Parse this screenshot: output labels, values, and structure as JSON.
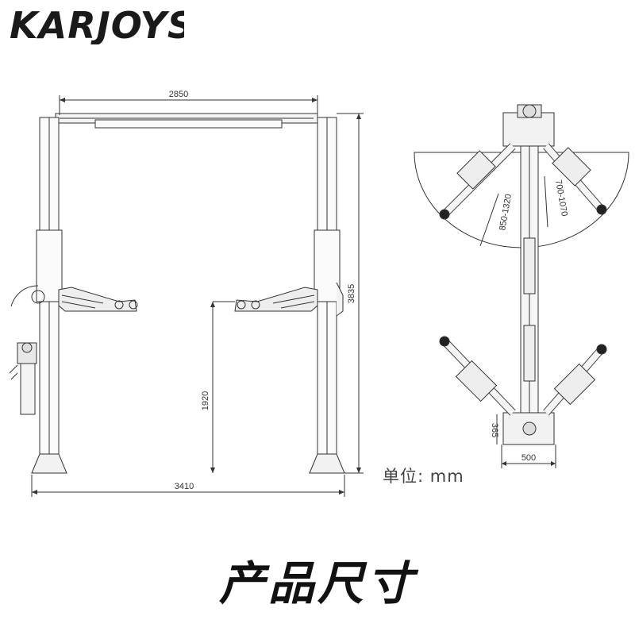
{
  "brand": {
    "name": "KARJOYS",
    "color": "#1a1a1a"
  },
  "front_view": {
    "width_top": "2850",
    "width_base": "3410",
    "total_height": "3835",
    "min_lift_height": "1920"
  },
  "top_view": {
    "front_arm_range": "850-1320",
    "rear_arm_range": "700-1070",
    "base_width": "500",
    "base_depth": "365"
  },
  "unit_label": "单位: mm",
  "title": "产品尺寸",
  "colors": {
    "line": "#333333",
    "fill": "#eeeeee",
    "text": "#111111"
  }
}
